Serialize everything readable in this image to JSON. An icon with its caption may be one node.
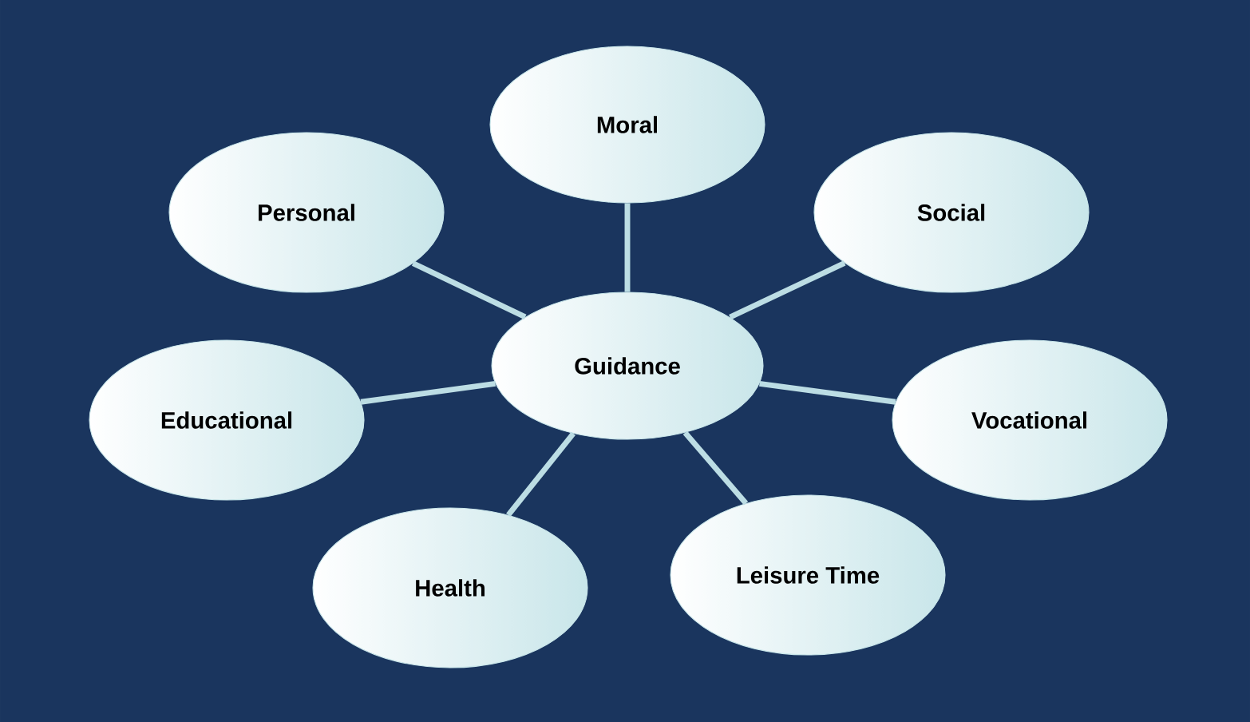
{
  "diagram": {
    "nodes": [
      {
        "text": [
          "Moral"
        ]
      },
      {
        "text": [
          "Personal"
        ]
      },
      {
        "text": [
          "Social"
        ]
      },
      {
        "text": [
          "Guidance"
        ]
      },
      {
        "text": [
          "Educational"
        ]
      },
      {
        "text": [
          "Vocational"
        ]
      },
      {
        "text": [
          "Leisure Time"
        ]
      },
      {
        "text": [
          "Health"
        ]
      }
    ],
    "edges": [
      {
        "from": 3,
        "to": 0,
        "arrow": "none"
      },
      {
        "from": 3,
        "to": 1,
        "arrow": "none"
      },
      {
        "from": 3,
        "to": 2,
        "arrow": "none"
      },
      {
        "from": 3,
        "to": 4,
        "arrow": "none"
      },
      {
        "from": 3,
        "to": 5,
        "arrow": "none"
      },
      {
        "from": 3,
        "to": 6,
        "arrow": "none"
      },
      {
        "from": 3,
        "to": 7,
        "arrow": "none"
      }
    ]
  }
}
